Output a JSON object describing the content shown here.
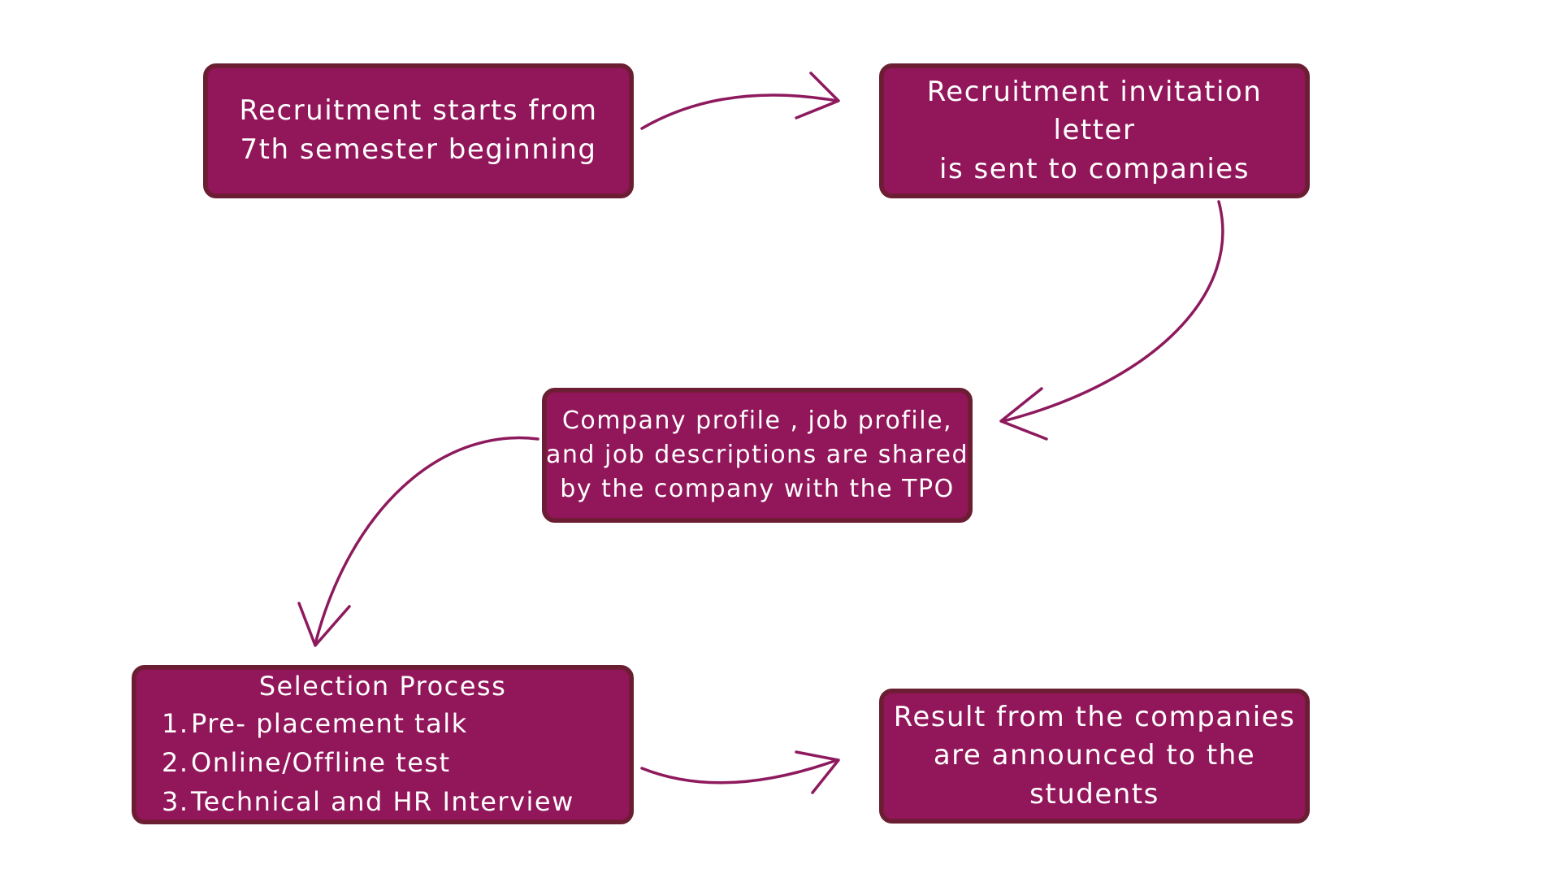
{
  "colors": {
    "box_fill": "#92165a",
    "box_border": "#6b1e33",
    "arrow": "#8e1a5e",
    "text": "#ffffff"
  },
  "steps": [
    {
      "text": [
        "Recruitment starts from",
        "7th semester beginning"
      ]
    },
    {
      "text": [
        "Recruitment invitation letter",
        "is sent to companies"
      ]
    },
    {
      "text": [
        "Company profile , job profile,",
        "and job descriptions are shared",
        "by the company with the TPO"
      ]
    },
    {
      "title": "Selection Process",
      "items": [
        {
          "num": "1.",
          "label": "Pre- placement talk"
        },
        {
          "num": "2.",
          "label": "Online/Offline test"
        },
        {
          "num": "3.",
          "label": "Technical and HR Interview"
        }
      ]
    },
    {
      "text": [
        "Result from the companies",
        "are announced to the",
        "students"
      ]
    }
  ]
}
